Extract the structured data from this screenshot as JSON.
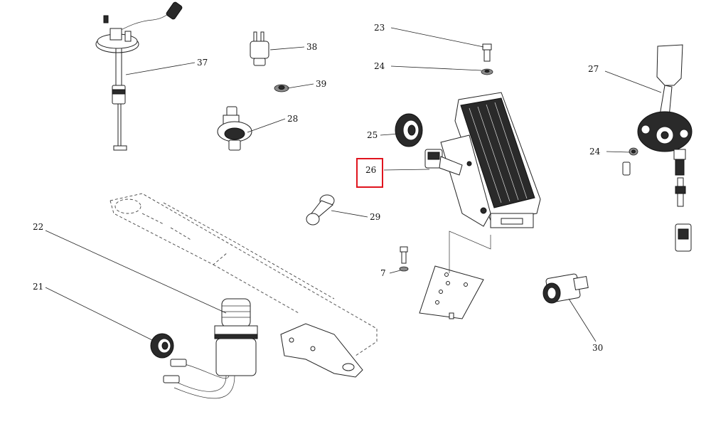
{
  "callouts": {
    "c21": "21",
    "c22": "22",
    "c23": "23",
    "c24a": "24",
    "c24b": "24",
    "c25": "25",
    "c26": "26",
    "c27": "27",
    "c28": "28",
    "c29": "29",
    "c30": "30",
    "c37": "37",
    "c38": "38",
    "c39": "39",
    "c7": "7"
  },
  "highlight": {
    "label": "26",
    "color": "#e0141e"
  }
}
